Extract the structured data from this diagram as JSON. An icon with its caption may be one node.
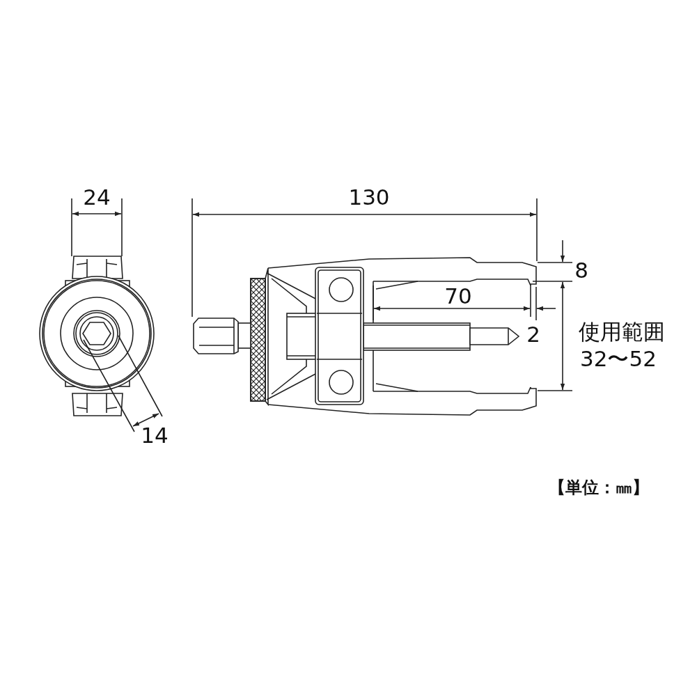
{
  "diagram": {
    "labels": [
      "24",
      "130",
      "8",
      "70",
      "2",
      "使用範囲",
      "32〜52",
      "14",
      "【単位：㎜】"
    ]
  }
}
